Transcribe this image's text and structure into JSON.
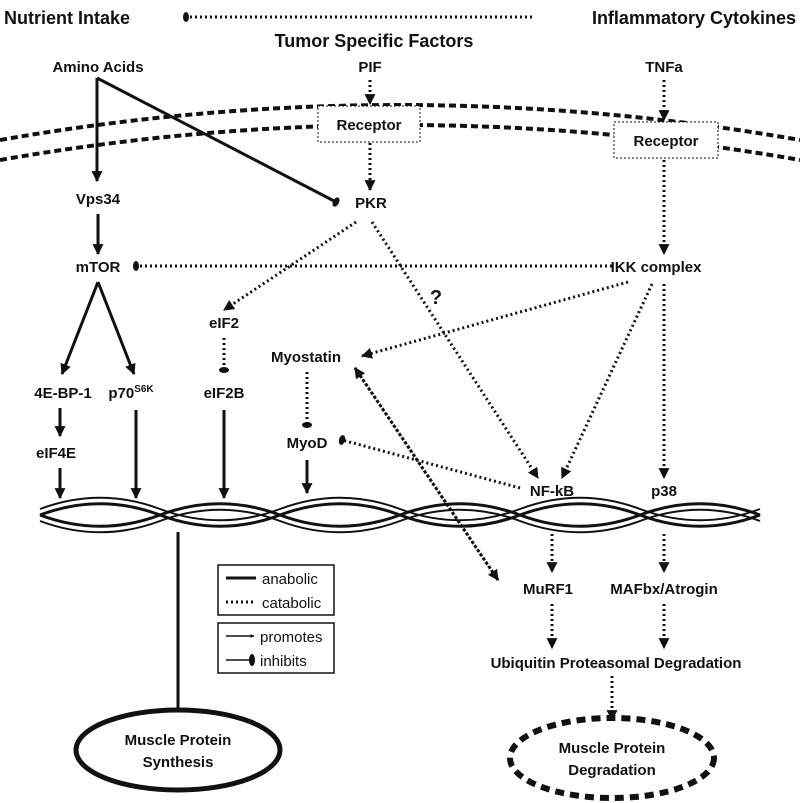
{
  "headers": {
    "nutrient_intake": "Nutrient Intake",
    "inflammatory_cytokines": "Inflammatory Cytokines",
    "tumor_specific_factors": "Tumor Specific Factors"
  },
  "nodes": {
    "amino_acids": "Amino Acids",
    "pif": "PIF",
    "tnfa": "TNFa",
    "receptor_left": "Receptor",
    "receptor_right": "Receptor",
    "vps34": "Vps34",
    "pkr": "PKR",
    "mtor": "mTOR",
    "ikk_complex": "IKK complex",
    "eif2": "eIF2",
    "myostatin": "Myostatin",
    "question": "?",
    "fourebp1": "4E-BP-1",
    "p70_base": "p70",
    "p70_sup": "S6K",
    "eif2b": "eIF2B",
    "eif4e": "eIF4E",
    "myod": "MyoD",
    "nfkb": "NF-kB",
    "p38": "p38",
    "murf1": "MuRF1",
    "mafbx": "MAFbx/Atrogin",
    "ubiquitin": "Ubiquitin Proteasomal Degradation",
    "synthesis_line1": "Muscle Protein",
    "synthesis_line2": "Synthesis",
    "degradation_line1": "Muscle Protein",
    "degradation_line2": "Degradation"
  },
  "legend": {
    "anabolic": "anabolic",
    "catabolic": "catabolic",
    "promotes": "promotes",
    "inhibits": "inhibits"
  }
}
